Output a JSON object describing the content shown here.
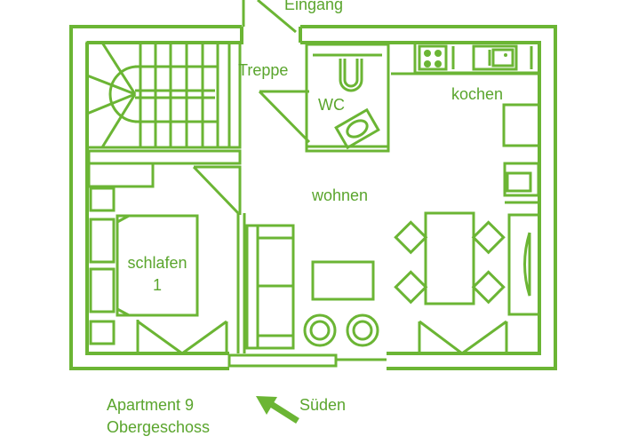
{
  "plan": {
    "color": "#6bb534",
    "rooms": {
      "entrance": "Eingang",
      "stairs": "Treppe",
      "wc": "WC",
      "kitchen": "kochen",
      "living": "wohnen",
      "bedroom_line1": "schlafen",
      "bedroom_line2": "1"
    },
    "caption": {
      "line1": "Apartment 9",
      "line2": "Obergeschoss"
    },
    "orientation": {
      "label": "Süden",
      "icon": "arrow-up-left-icon"
    }
  }
}
